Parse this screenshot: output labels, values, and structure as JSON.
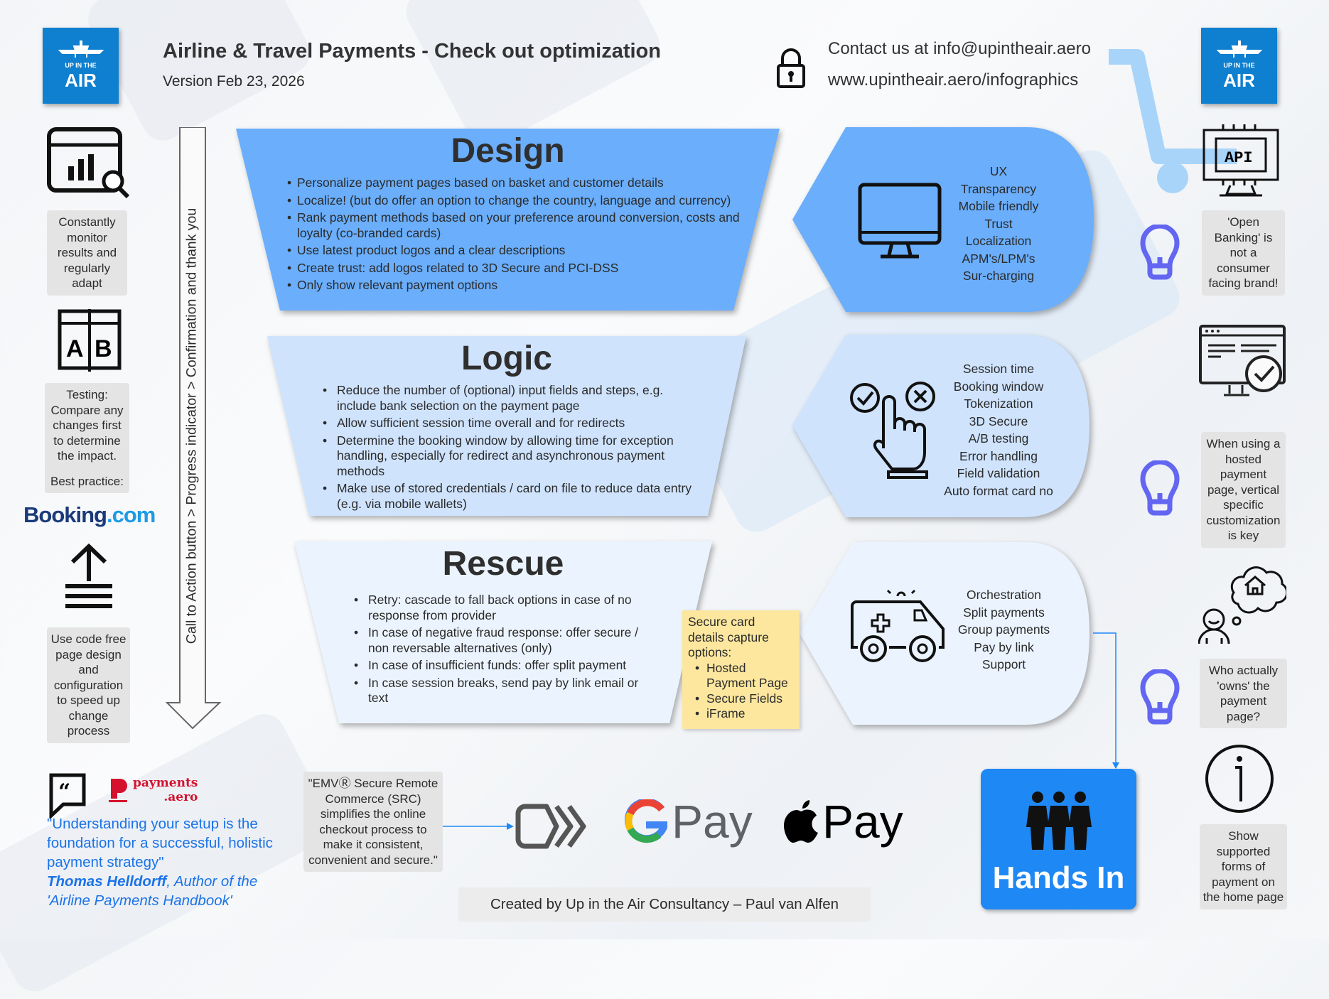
{
  "header": {
    "title": "Airline & Travel Payments - Check out optimization",
    "version": "Version Feb 23, 2026",
    "contact": "Contact us at info@upintheair.aero",
    "website": "www.upintheair.aero/infographics",
    "logo_small": "UP IN THE",
    "logo_big": "AIR"
  },
  "left_column": {
    "monitor_tip": "Constantly monitor results and regularly adapt",
    "ab_tip": "Testing: Compare any changes first to determine the impact.",
    "best_practice": "Best practice:",
    "booking_logo": "Booking",
    "booking_suffix": ".com",
    "code_free_tip": "Use code free page design and configuration to speed up change process"
  },
  "flow_arrow": "Call to Action button > Progress indicator > Confirmation and thank you",
  "design": {
    "title": "Design",
    "bullets": [
      "Personalize payment pages based on basket and customer details",
      "Localize! (but do offer an option to change the country, language and currency)",
      "Rank payment methods based on your preference around conversion, costs and loyalty (co-branded cards)",
      "Use latest product logos and a clear descriptions",
      "Create trust: add logos related to 3D Secure and PCI-DSS",
      "Only show relevant payment options"
    ],
    "keywords": [
      "UX",
      "Transparency",
      "Mobile friendly",
      "Trust",
      "Localization",
      "APM's/LPM's",
      "Sur-charging"
    ]
  },
  "logic": {
    "title": "Logic",
    "bullets": [
      "Reduce the number of (optional) input fields and steps, e.g. include bank selection on the payment page",
      "Allow sufficient session time overall and for redirects",
      "Determine the booking window by allowing time for exception handling, especially for redirect and asynchronous payment methods",
      "Make use of stored credentials / card on file to reduce data entry (e.g. via mobile wallets)"
    ],
    "keywords": [
      "Session time",
      "Booking window",
      "Tokenization",
      "3D Secure",
      "A/B testing",
      "Error handling",
      "Field validation",
      "Auto format card no"
    ]
  },
  "rescue": {
    "title": "Rescue",
    "bullets": [
      "Retry: cascade to fall back options in case of no response from provider",
      "In case of negative fraud response: offer secure / non reversable alternatives (only)",
      "In case of insufficient funds: offer split payment",
      "In case session breaks, send pay by link email or text"
    ],
    "keywords": [
      "Orchestration",
      "Split payments",
      "Group payments",
      "Pay by link",
      "Support"
    ]
  },
  "secure_note": {
    "heading": "Secure card details capture options:",
    "items": [
      "Hosted Payment Page",
      "Secure Fields",
      "iFrame"
    ]
  },
  "right_column": {
    "open_banking": "'Open Banking' is not a consumer facing brand!",
    "hosted_tip": "When using a hosted payment page, vertical specific customization is key",
    "owns_tip": "Who actually 'owns' the payment page?",
    "show_tip": "Show supported forms of payment on the home page",
    "api_label": "API"
  },
  "quote": {
    "logo_top": "payments",
    "logo_bottom": ".aero",
    "text": "\"Understanding your setup is the foundation for a successful, holistic payment strategy\"",
    "author": "Thomas Helldorff",
    "author_role": ", Author of the 'Airline Payments Handbook'"
  },
  "emv_quote": "\"EMVⓇ Secure Remote Commerce (SRC) simplifies the online checkout process to make it consistent, convenient and secure.\"",
  "wallets": {
    "gpay": "Pay",
    "applepay": "Pay"
  },
  "hands_in": "Hands In",
  "footer": "Created by Up in the Air Consultancy – Paul van Alfen",
  "colors": {
    "design": "#6aaefc",
    "logic": "#cfe3fd",
    "rescue": "#ebf4fe",
    "hands_in": "#1e88f5",
    "bulb": "#6366f1",
    "logo": "#0f7fcf"
  }
}
